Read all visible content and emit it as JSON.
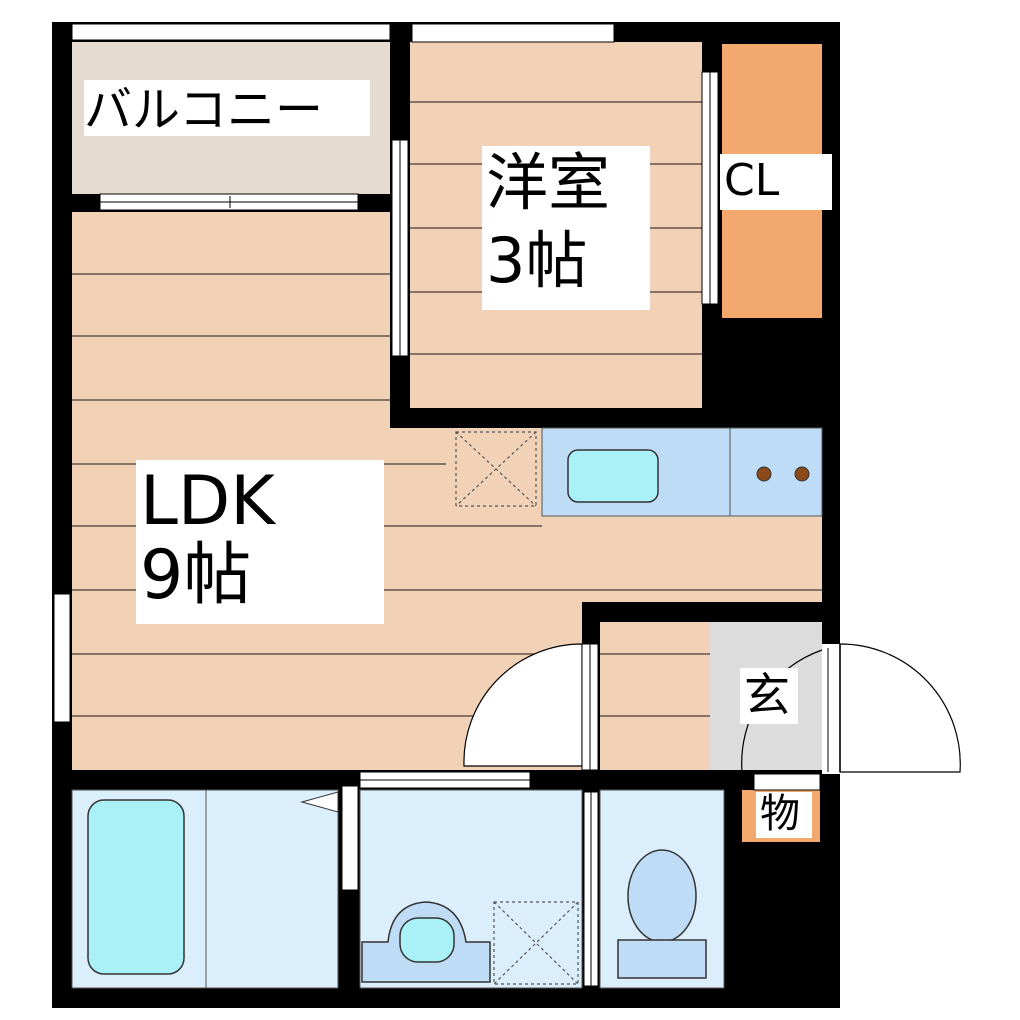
{
  "rooms": {
    "balcony": {
      "label": "バルコニー"
    },
    "western_room": {
      "name": "洋室",
      "size": "3帖"
    },
    "closet": {
      "label": "CL"
    },
    "ldk": {
      "name": "LDK",
      "size": "9帖"
    },
    "entrance": {
      "label": "玄"
    },
    "storage": {
      "label": "物"
    }
  },
  "colors": {
    "wall": "#000000",
    "floor_wood": "#f2d2b7",
    "wood_line": "#4a3a33",
    "balcony_floor": "#e6dbd1",
    "closet": "#f3a86e",
    "kitchen": "#bfdcf7",
    "sink": "#a9f1f7",
    "burner": "#8b4a1c",
    "bath_room": "#dbeefb",
    "bathtub": "#a9f1f7",
    "toilet": "#bfdcf7",
    "entrance_floor": "#dcdcdc",
    "window_frame": "#ffffff"
  },
  "icons": [
    "stove-burner-icon",
    "sink-icon",
    "bathtub-icon",
    "washbasin-icon",
    "toilet-icon",
    "door-swing-icon",
    "washer-pan-icon",
    "fridge-space-icon"
  ]
}
